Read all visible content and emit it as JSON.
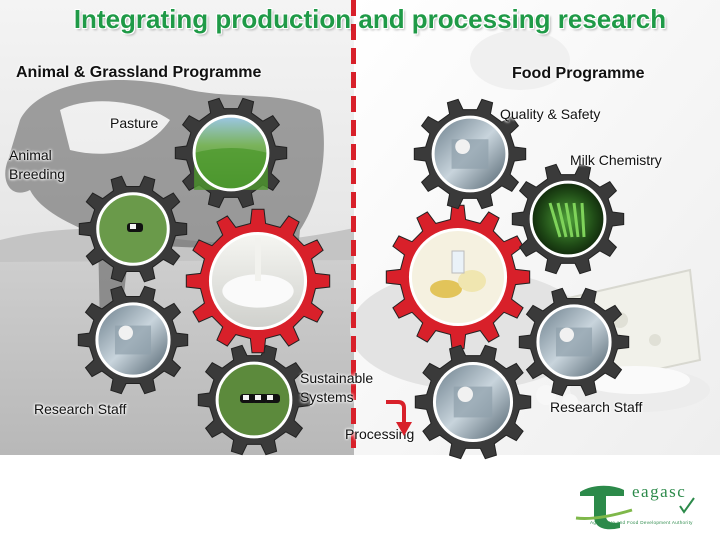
{
  "title": "Integrating production and processing research",
  "left_programme": "Animal & Grassland Programme",
  "right_programme": "Food Programme",
  "labels": {
    "pasture": "Pasture",
    "animal_breeding": "Animal Breeding",
    "research_staff_left": "Research Staff",
    "sustainable_systems": "Sustainable Systems",
    "processing": "Processing",
    "quality_safety": "Quality & Safety",
    "milk_chemistry": "Milk Chemistry",
    "research_staff_right": "Research Staff"
  },
  "logo": {
    "word": "eagasc",
    "tagline": "Agriculture and Food Development Authority"
  },
  "colors": {
    "title_green": "#1f9a47",
    "gear_red": "#d8202a",
    "gear_dark": "#3a3a3a",
    "divider_red": "#d8202a",
    "logo_green": "#2c8a4a"
  },
  "icons": [
    "gear-icon",
    "curved-arrow-icon",
    "teagasc-logo-icon"
  ]
}
